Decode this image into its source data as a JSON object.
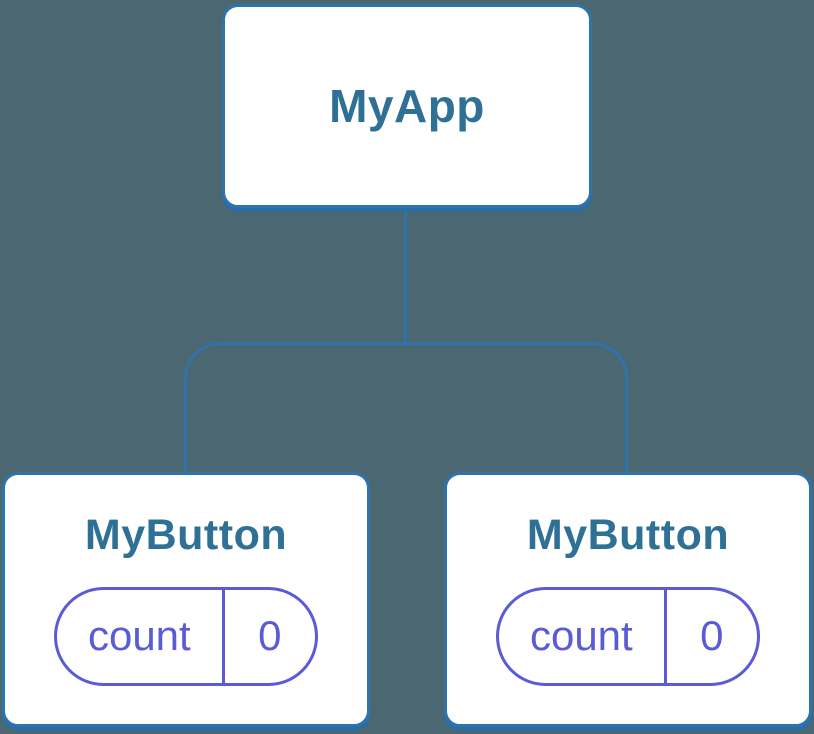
{
  "theme": {
    "bg": "#4B6771",
    "accent": "#2E73AA",
    "shadow": "#2A6DA4",
    "title": "#2F7095",
    "pill": "#5A5BD5",
    "card_bg": "#FFFFFF"
  },
  "diagram": {
    "root": {
      "label": "MyApp"
    },
    "children": [
      {
        "label": "MyButton",
        "state": {
          "key": "count",
          "value": "0"
        }
      },
      {
        "label": "MyButton",
        "state": {
          "key": "count",
          "value": "0"
        }
      }
    ]
  }
}
